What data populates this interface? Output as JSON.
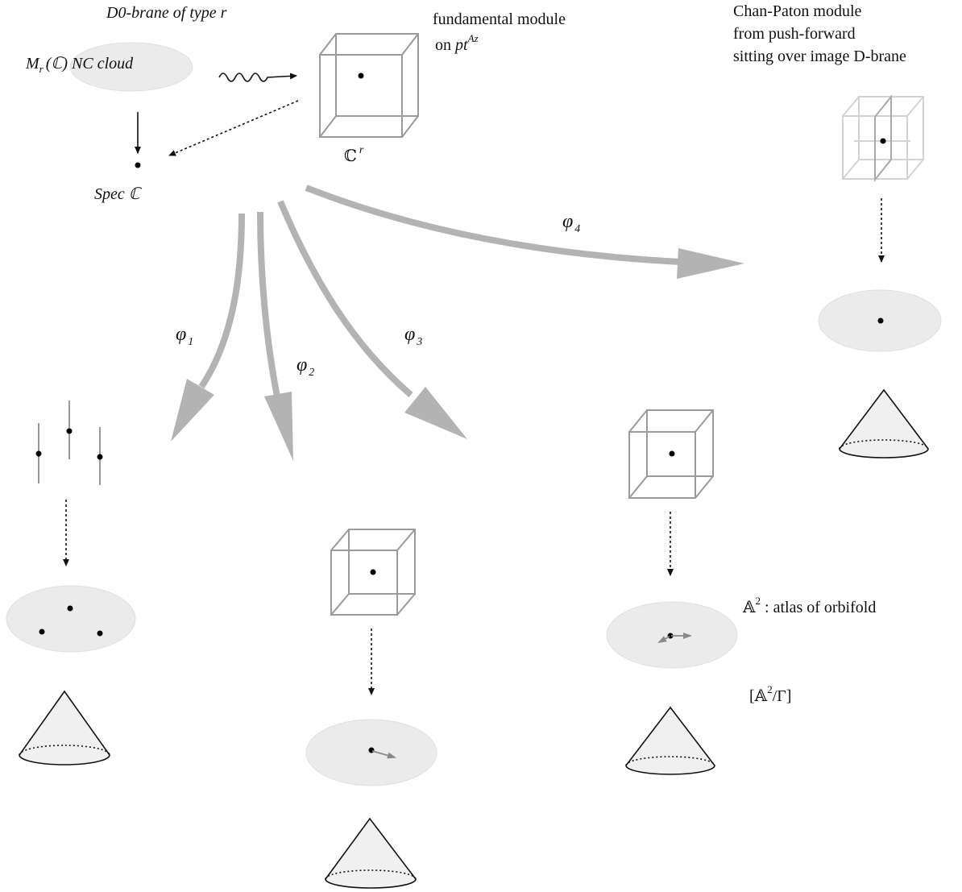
{
  "labels": {
    "d0_brane": "D0-brane of type r",
    "nc_cloud_matrix": "M",
    "nc_cloud_sub": "r",
    "nc_cloud_rest": "(ℂ)  NC cloud",
    "fundamental_line1": "fundamental module",
    "fundamental_line2": "on ",
    "fundamental_pt": "pt",
    "fundamental_sup": "Az",
    "cr": "ℂ",
    "cr_sup": "r",
    "spec": "Spec ℂ",
    "chan_paton_line1": "Chan-Paton module",
    "chan_paton_line2": "from push-forward",
    "chan_paton_line3": "sitting over image D-brane",
    "phi": "φ",
    "phi1_sub": "1",
    "phi2_sub": "2",
    "phi3_sub": "3",
    "phi4_sub": "4",
    "a2_atlas": "𝔸",
    "a2_atlas_sup": "2",
    "a2_atlas_rest": " : atlas of orbifold",
    "orbifold": "[𝔸",
    "orbifold_sup": "2",
    "orbifold_rest": "/Γ]"
  },
  "colors": {
    "map_arrow": "#b3b3b3",
    "cube": "#9a9a9a",
    "cube_faded": "#d3d3d3",
    "disk": "#ebebeb"
  }
}
